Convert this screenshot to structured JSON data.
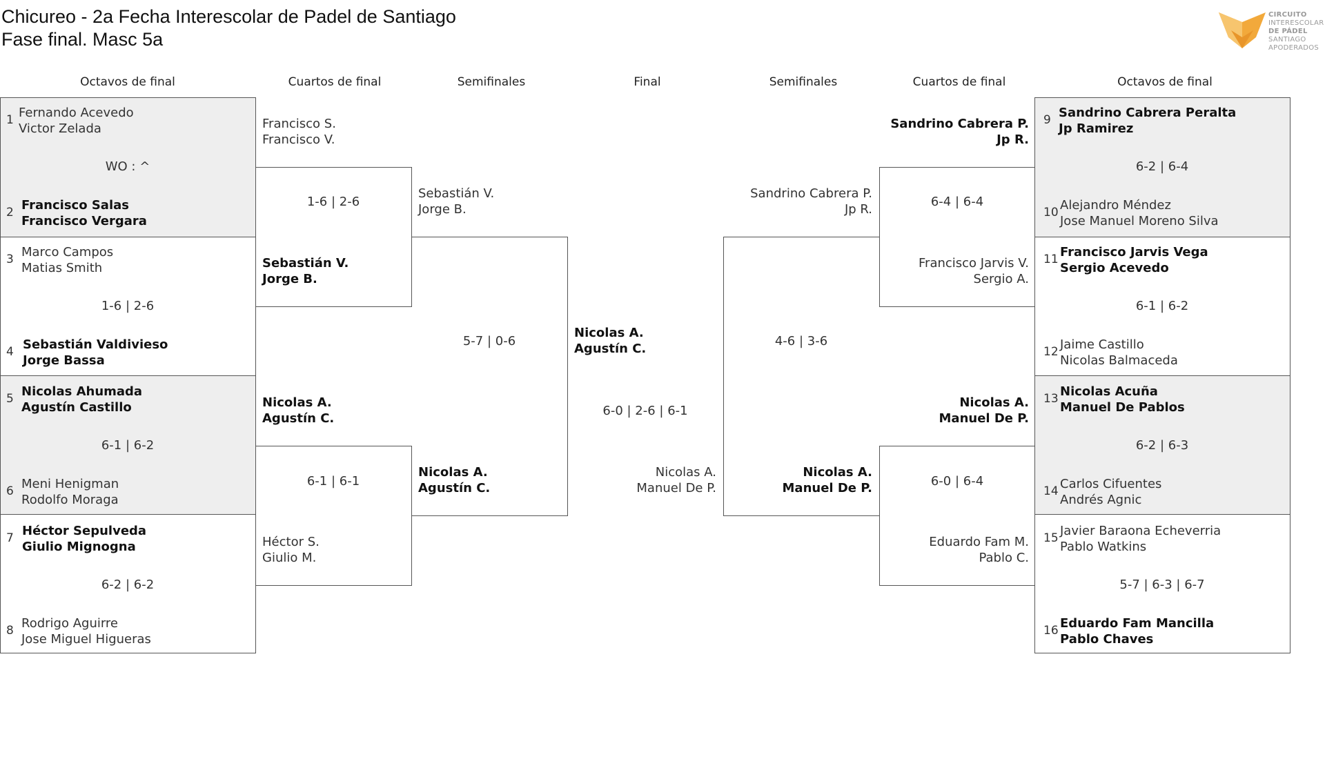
{
  "title": {
    "line1": "Chicureo - 2a Fecha Interescolar de Padel de Santiago",
    "line2": "Fase final. Masc 5a"
  },
  "logo": {
    "lines": [
      "CIRCUITO",
      "INTERESCOLAR",
      "DE PÁDEL",
      "SANTIAGO",
      "APODERADOS"
    ],
    "accent": "#f2a93b"
  },
  "columns": {
    "left_r16": "Octavos de final",
    "left_qf": "Cuartos de final",
    "left_sf": "Semifinales",
    "final": "Final",
    "right_sf": "Semifinales",
    "right_qf": "Cuartos de final",
    "right_r16": "Octavos de final"
  },
  "left_r16": [
    {
      "seed": "1",
      "p1": "Fernando Acevedo",
      "p2": "Victor Zelada",
      "win": false
    },
    {
      "score": "WO : ^"
    },
    {
      "seed": "2",
      "p1": "Francisco Salas",
      "p2": "Francisco Vergara",
      "win": true
    },
    {
      "seed": "3",
      "p1": "Marco Campos",
      "p2": "Matias Smith",
      "win": false
    },
    {
      "score": "1-6 | 2-6"
    },
    {
      "seed": "4",
      "p1": "Sebastián Valdivieso",
      "p2": "Jorge Bassa",
      "win": true
    },
    {
      "seed": "5",
      "p1": "Nicolas Ahumada",
      "p2": "Agustín Castillo",
      "win": true
    },
    {
      "score": "6-1 | 6-2"
    },
    {
      "seed": "6",
      "p1": "Meni Henigman",
      "p2": "Rodolfo Moraga",
      "win": false
    },
    {
      "seed": "7",
      "p1": "Héctor Sepulveda",
      "p2": "Giulio Mignogna",
      "win": true
    },
    {
      "score": "6-2 | 6-2"
    },
    {
      "seed": "8",
      "p1": "Rodrigo Aguirre",
      "p2": "Jose Miguel Higueras",
      "win": false
    }
  ],
  "left_qf": {
    "m1_top": {
      "p1": "Francisco S.",
      "p2": "Francisco V."
    },
    "m1_score": "1-6 | 2-6",
    "m1_bottom": {
      "p1": "Sebastián V.",
      "p2": "Jorge B."
    },
    "m2_top": {
      "p1": "Nicolas A.",
      "p2": "Agustín C."
    },
    "m2_score": "6-1 | 6-1",
    "m2_bottom": {
      "p1": "Héctor S.",
      "p2": "Giulio M."
    }
  },
  "left_sf": {
    "top": {
      "p1": "Sebastián V.",
      "p2": "Jorge B."
    },
    "score": "5-7 | 0-6",
    "bottom": {
      "p1": "Nicolas A.",
      "p2": "Agustín C."
    }
  },
  "final": {
    "top": {
      "p1": "Nicolas A.",
      "p2": "Agustín C."
    },
    "score": "6-0 | 2-6 | 6-1",
    "bottom": {
      "p1": "Nicolas A.",
      "p2": "Manuel De P."
    }
  },
  "right_sf": {
    "top": {
      "p1": "Sandrino Cabrera P.",
      "p2": "Jp R."
    },
    "score": "4-6 | 3-6",
    "bottom": {
      "p1": "Nicolas A.",
      "p2": "Manuel De P."
    }
  },
  "right_qf": {
    "m1_top": {
      "p1": "Sandrino Cabrera P.",
      "p2": "Jp R."
    },
    "m1_score": "6-4 | 6-4",
    "m1_bottom": {
      "p1": "Francisco Jarvis V.",
      "p2": "Sergio A."
    },
    "m2_top": {
      "p1": "Nicolas A.",
      "p2": "Manuel De P."
    },
    "m2_score": "6-0 | 6-4",
    "m2_bottom": {
      "p1": "Eduardo Fam M.",
      "p2": "Pablo C."
    }
  },
  "right_r16": [
    {
      "seed": "9",
      "p1": "Sandrino Cabrera Peralta",
      "p2": "Jp Ramirez",
      "win": true
    },
    {
      "score": "6-2 | 6-4"
    },
    {
      "seed": "10",
      "p1": "Alejandro Méndez",
      "p2": "Jose Manuel Moreno Silva",
      "win": false
    },
    {
      "seed": "11",
      "p1": "Francisco Jarvis Vega",
      "p2": "Sergio Acevedo",
      "win": true
    },
    {
      "score": "6-1 | 6-2"
    },
    {
      "seed": "12",
      "p1": "Jaime Castillo",
      "p2": "Nicolas Balmaceda",
      "win": false
    },
    {
      "seed": "13",
      "p1": "Nicolas Acuña",
      "p2": "Manuel De Pablos",
      "win": true
    },
    {
      "score": "6-2 | 6-3"
    },
    {
      "seed": "14",
      "p1": "Carlos Cifuentes",
      "p2": "Andrés Agnic",
      "win": false
    },
    {
      "seed": "15",
      "p1": "Javier Baraona Echeverria",
      "p2": "Pablo Watkins",
      "win": false
    },
    {
      "score": "5-7 | 6-3 | 6-7"
    },
    {
      "seed": "16",
      "p1": "Eduardo Fam Mancilla",
      "p2": "Pablo Chaves",
      "win": true
    }
  ]
}
